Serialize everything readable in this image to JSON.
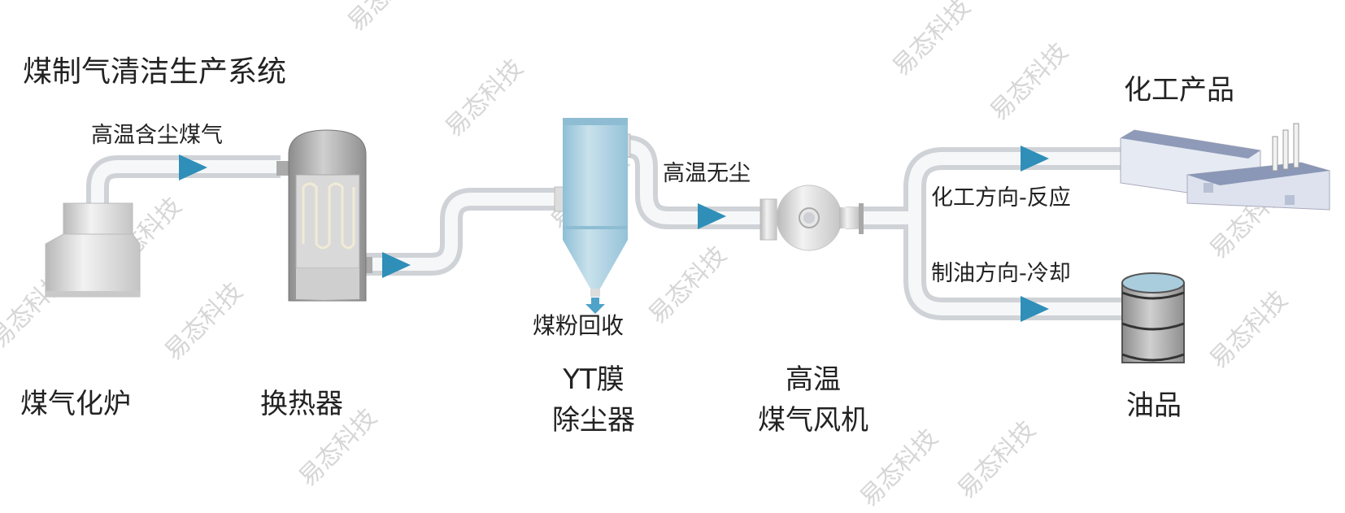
{
  "title": "煤制气清洁生产系统",
  "flow_labels": {
    "dusty_gas": "高温含尘煤气",
    "dust_free": "高温无尘",
    "coal_powder_recovery": "煤粉回收",
    "chemical_direction": "化工方向-反应",
    "oil_direction": "制油方向-冷却"
  },
  "equipment": {
    "gasifier": "煤气化炉",
    "heat_exchanger": "换热器",
    "yt_filter_line1": "YT膜",
    "yt_filter_line2": "除尘器",
    "blower_line1": "高温",
    "blower_line2": "煤气风机",
    "chemical_products": "化工产品",
    "oil_products": "油品"
  },
  "watermark": "易态科技",
  "colors": {
    "arrow": "#2f8fb8",
    "pipe": "#eef0f2",
    "filter": "#a9cfe0",
    "text": "#222222"
  }
}
